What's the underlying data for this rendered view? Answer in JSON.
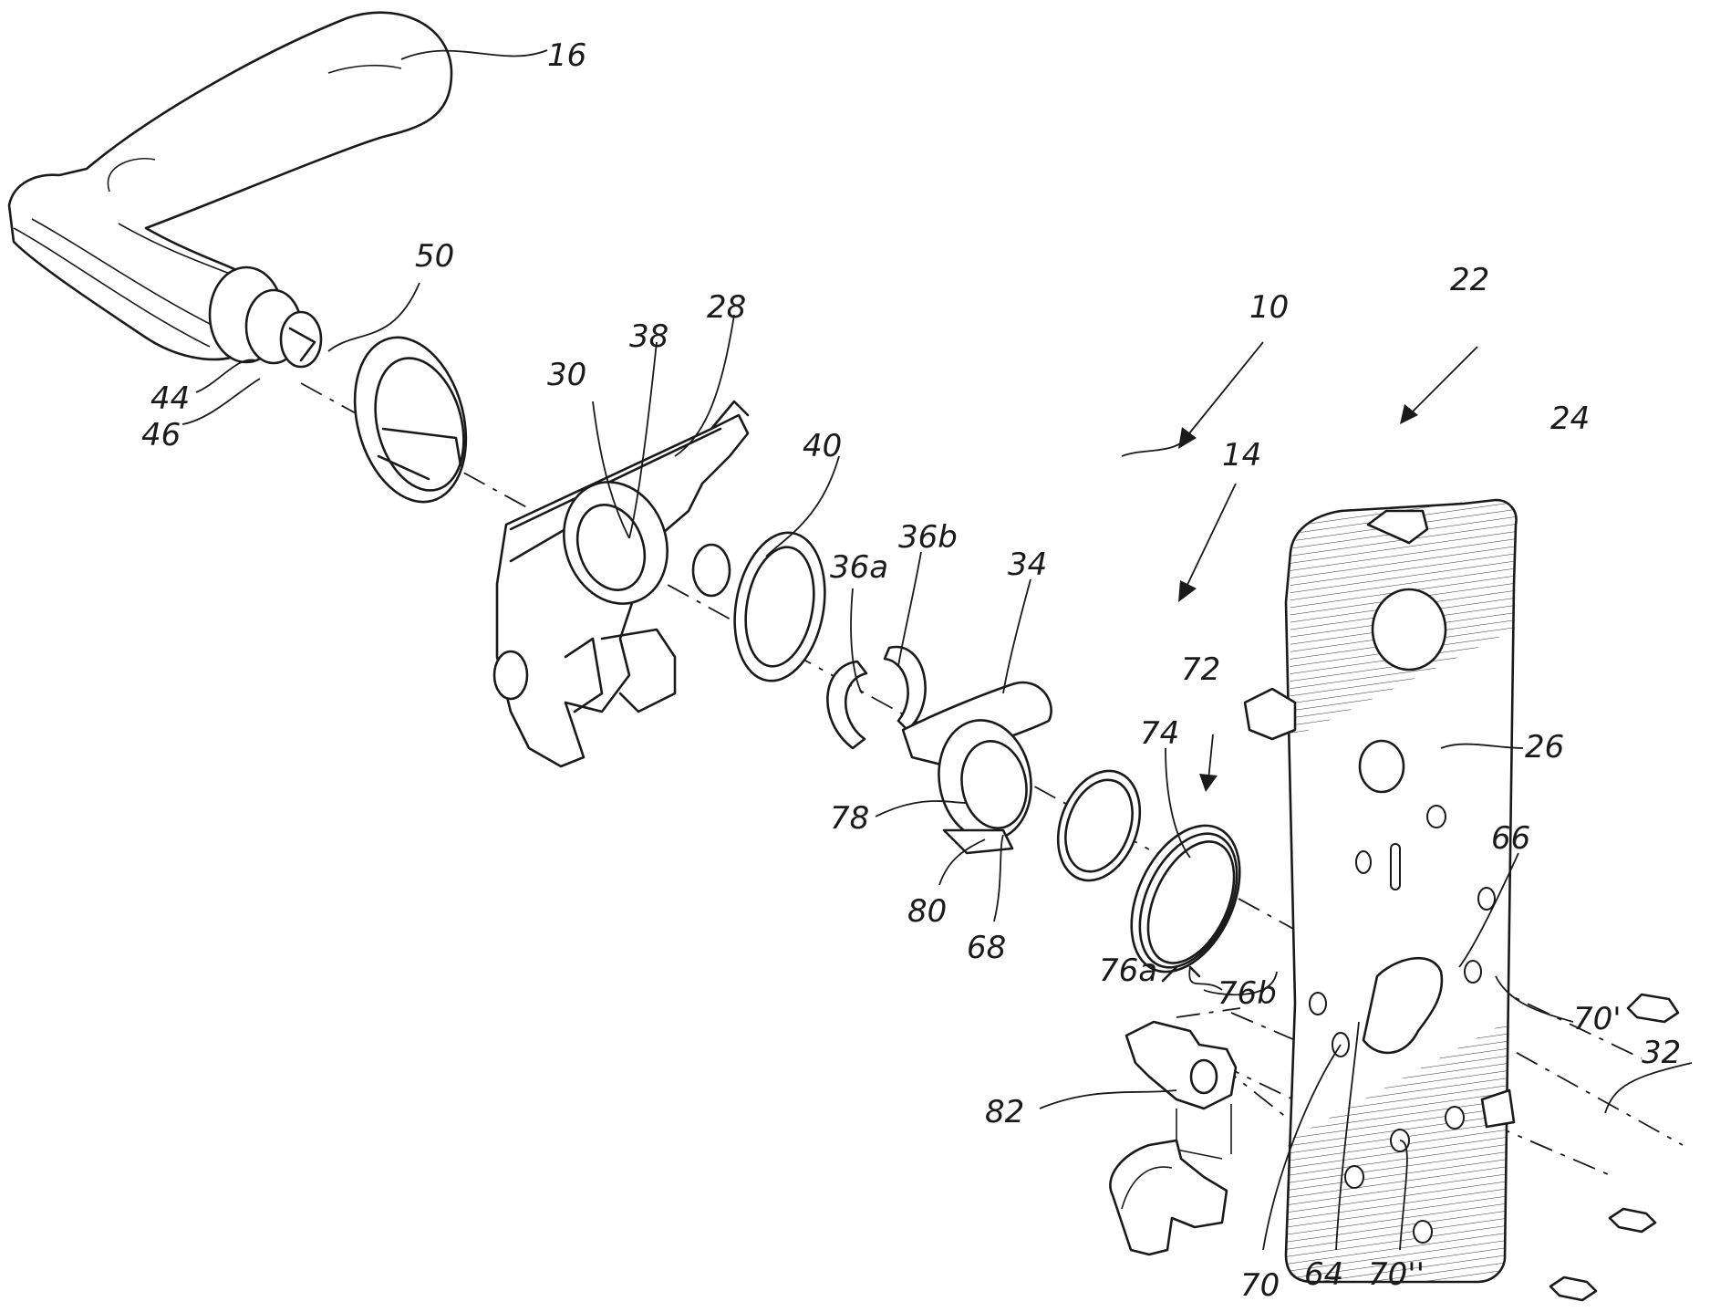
{
  "figure": {
    "labels": {
      "l16": "16",
      "l50": "50",
      "l44": "44",
      "l46": "46",
      "l30": "30",
      "l38": "38",
      "l28": "28",
      "l40": "40",
      "l10": "10",
      "l22": "22",
      "l24": "24",
      "l14": "14",
      "l36a": "36a",
      "l36b": "36b",
      "l34": "34",
      "l72": "72",
      "l74": "74",
      "l26": "26",
      "l78": "78",
      "l80": "80",
      "l68": "68",
      "l66": "66",
      "l76a": "76a",
      "l76b": "76b",
      "l70p": "70'",
      "l82": "82",
      "l32": "32",
      "l70": "70",
      "l64": "64",
      "l70pp": "70''"
    }
  }
}
